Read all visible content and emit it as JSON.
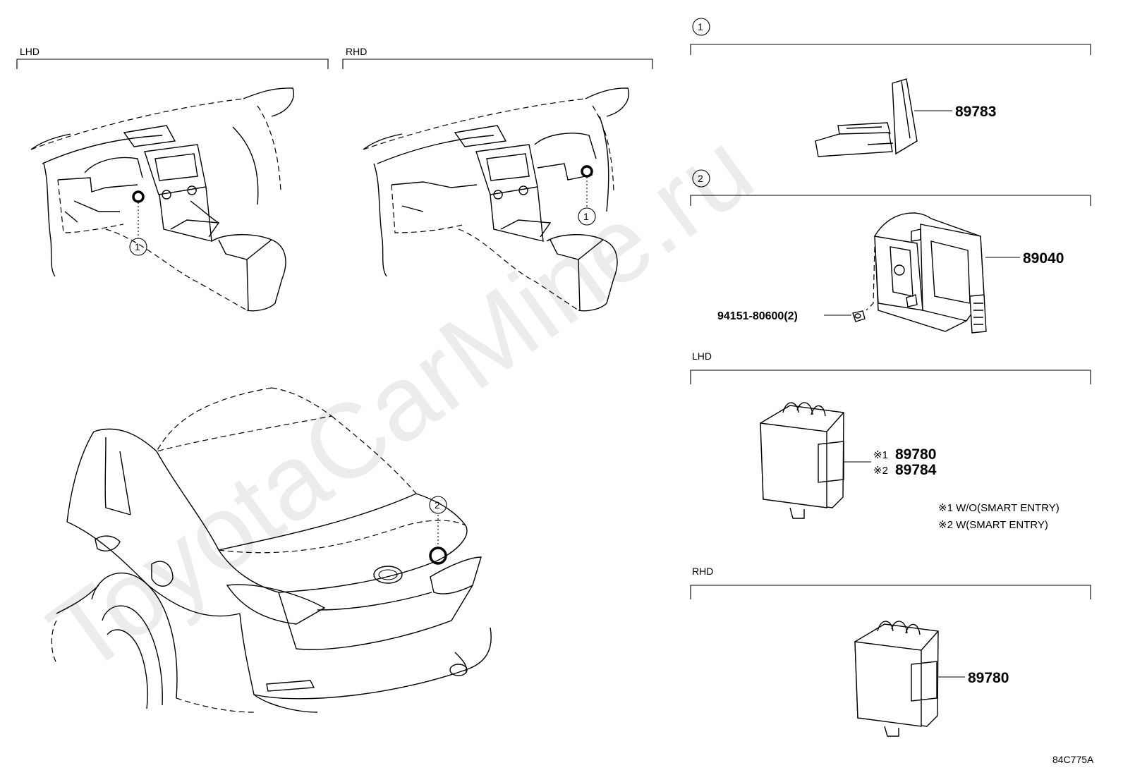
{
  "watermark": "ToyotaCarMine.ru",
  "sections": {
    "lhd_dash_label": "LHD",
    "rhd_dash_label": "RHD",
    "detail1_number": "1",
    "detail2_number": "2",
    "lhd_module_label": "LHD",
    "rhd_module_label": "RHD"
  },
  "callouts": {
    "lhd_dash": "1",
    "rhd_dash": "1",
    "rear_car": "2"
  },
  "parts": {
    "p89783": "89783",
    "p89040": "89040",
    "p94151": "94151-80600(2)",
    "p89780_lhd_mark": "※1",
    "p89780_lhd": "89780",
    "p89784_mark": "※2",
    "p89784": "89784",
    "p89780_rhd": "89780"
  },
  "notes": {
    "note1": "※1 W/O(SMART ENTRY)",
    "note2": "※2 W(SMART ENTRY)"
  },
  "figure_code": "84C775A",
  "icons": {
    "callout_marker": "circle-number-icon"
  }
}
